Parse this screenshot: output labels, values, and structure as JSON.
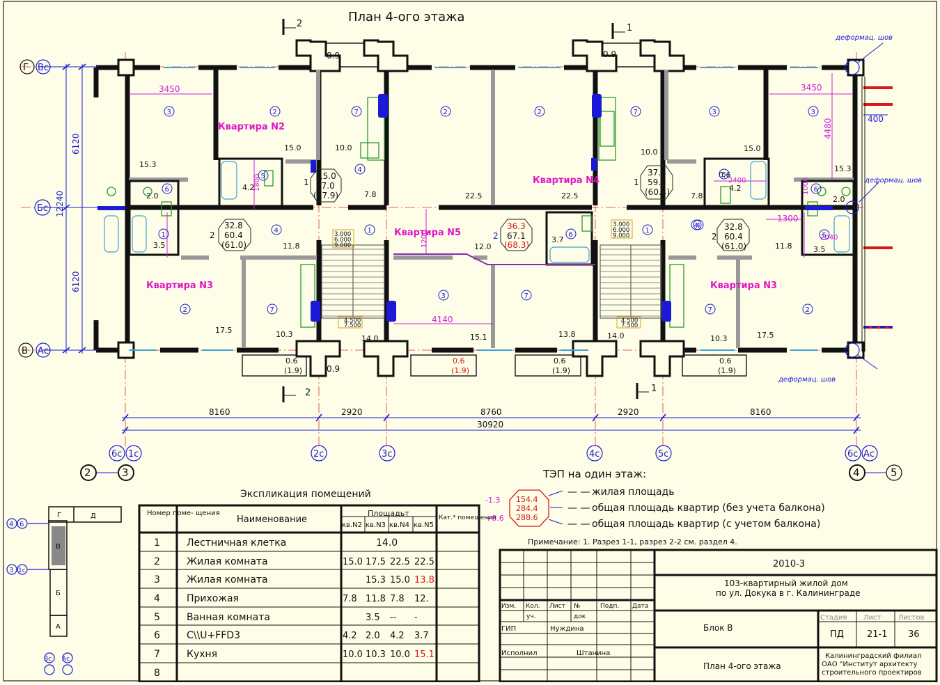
{
  "title": "План 4-ого этажа",
  "section_marks": {
    "s2_top": "2",
    "s1_top": "1",
    "s2_bot": "2",
    "s1_bot": "1"
  },
  "deform_seam": {
    "top": "деформац. шов",
    "mid": "деформац. шов",
    "bot": "деформац. шов"
  },
  "axes": {
    "row_g": "Г",
    "row_vs": "Вс",
    "row_bs": "Бс",
    "row_v": "В",
    "row_as": "Ас",
    "col_6s": "6с",
    "col_1s": "1с",
    "col_2s": "2с",
    "col_3s": "3с",
    "col_4s": "4с",
    "col_5s": "5с",
    "col_6s_r": "6с",
    "col_as_r": "Ас",
    "n2": "2",
    "n3": "3",
    "n4": "4",
    "n5": "5"
  },
  "dims": {
    "d8160a": "8160",
    "d2920a": "2920",
    "d8760": "8760",
    "d2920b": "2920",
    "d8160b": "8160",
    "d30920": "30920",
    "v6120a": "6120",
    "v12240": "12240",
    "v6120b": "6120",
    "d3450l": "3450",
    "d3450r": "3450",
    "d4480": "4480",
    "d400": "400",
    "d4140": "4140",
    "d1300": "1300",
    "d1200": "1200",
    "d1800": "1800",
    "d2400": "2400",
    "d1000": "1000",
    "d2040": "2040",
    "d09a": "0.9",
    "d09b": "0.9",
    "d09c": "0.9"
  },
  "apartments": {
    "kv2": "Квартира N2",
    "kv3l": "Квартира N3",
    "kv5": "Квартира N5",
    "kv4": "Квартира N4",
    "kv3r": "Квартира N3"
  },
  "areas": {
    "a153": "15.3",
    "a150a": "15.0",
    "a100a": "10.0",
    "a20a": "2.0",
    "a42a": "4.2",
    "a78a": "7.8",
    "a35a": "3.5",
    "a118a": "11.8",
    "a175a": "17.5",
    "a103a": "10.3",
    "a140a": "14.0",
    "a06a": "0.6",
    "a19a": "(1.9)",
    "a225a": "22.5",
    "a225b": "22.5",
    "a120": "12.0",
    "a37": "3.7",
    "a151": "15.1",
    "a138": "13.8",
    "a06b": "0.6",
    "a19b": "(1.9)",
    "a06c": "0.6",
    "a19c": "(1.9)",
    "a100b": "10.0",
    "a150b": "15.0",
    "a153b": "15.3",
    "a42b": "4.2",
    "a78b": "7.8",
    "a20b": "2.0",
    "a06d": "0.6",
    "a35b": "3.5",
    "a118b": "11.8",
    "a140b": "14.0",
    "a103b": "10.3",
    "a175b": "17.5",
    "a06e": "0.6",
    "a19e": "(1.9)"
  },
  "flat_tags": {
    "kv2_num": "1",
    "kv2_a": "15.0",
    "kv2_b": "37.0",
    "kv2_c": "(37.9)",
    "kv3l_num": "2",
    "kv3l_a": "32.8",
    "kv3l_b": "60.4",
    "kv3l_c": "(61.0)",
    "kv5_num": "2",
    "kv5_a": "36.3",
    "kv5_b": "67.1",
    "kv5_c": "(68.3)",
    "kv4_num": "1",
    "kv4_a": "37.5",
    "kv4_b": "59.5",
    "kv4_c": "(60.4)",
    "kv3r_num": "2",
    "kv3r_a": "32.8",
    "kv3r_b": "60.4",
    "kv3r_c": "(61.0)"
  },
  "levels": {
    "l1a": "3.000",
    "l2a": "6.000",
    "l3a": "9.000",
    "l4a": "4.500",
    "l5a": "7.500",
    "l1b": "3.000",
    "l2b": "6.000",
    "l3b": "9.000",
    "l4b": "4.500",
    "l5b": "7.500"
  },
  "room_nums": [
    "3",
    "2",
    "7",
    "2",
    "2",
    "7",
    "3",
    "3",
    "6",
    "5",
    "4",
    "6",
    "5",
    "4",
    "4",
    "1",
    "1",
    "6",
    "1",
    "4",
    "5",
    "2",
    "7",
    "3",
    "7",
    "7",
    "2"
  ],
  "tep": {
    "title": "ТЭП на один этаж:",
    "v1": "154.4",
    "v2": "284.4",
    "v3": "288.6",
    "l1": "жилая площадь",
    "l2": "общая площадь квартир (без учета балкона)",
    "l3": "общая площадь квартир (с учетом балкона)",
    "m13": "-1.3",
    "p06": "+0.6"
  },
  "note": "Примечание: 1. Разрез 1-1, разрез 2-2 см. раздел 4.",
  "explication": {
    "title": "Экспликация помещений",
    "h_num": "Номер поме- щения",
    "h_name": "Наименование",
    "h_area": "Площадьт",
    "h_kv2": "кв.N2",
    "h_kv3": "кв.N3",
    "h_kv4": "кв.N4",
    "h_kv5": "кв.N5",
    "h_cat": "Кат.* помещения",
    "rows": [
      {
        "n": "1",
        "name": "Лестничная клетка",
        "c1": "14.0",
        "c2": "",
        "c3": "",
        "c4": ""
      },
      {
        "n": "2",
        "name": "Жилая комната",
        "c1": "15.0",
        "c2": "17.5",
        "c3": "22.5",
        "c4": "22.5"
      },
      {
        "n": "3",
        "name": "Жилая комната",
        "c1": "",
        "c2": "15.3",
        "c3": "15.0",
        "c4": "13.8"
      },
      {
        "n": "4",
        "name": "Прихожая",
        "c1": "7.8",
        "c2": "11.8",
        "c3": "7.8",
        "c4": "12."
      },
      {
        "n": "5",
        "name": "Ванная комната",
        "c1": "",
        "c2": "3.5",
        "c3": "--",
        "c4": "-"
      },
      {
        "n": "6",
        "name": "C\\\\U+FFD3",
        "c1": "4.2",
        "c2": "2.0",
        "c3": "4.2",
        "c4": "3.7"
      },
      {
        "n": "7",
        "name": "Кухня",
        "c1": "10.0",
        "c2": "10.3",
        "c3": "10.0",
        "c4": "15.1"
      },
      {
        "n": "8",
        "name": "",
        "c1": "",
        "c2": "",
        "c3": "",
        "c4": ""
      }
    ]
  },
  "key_plan": {
    "g": "Г",
    "d": "Д",
    "v": "В",
    "b": "Б",
    "a": "А",
    "a4": "4",
    "a6": "6",
    "a3": "3",
    "a1s": "1с",
    "vs": "Вс",
    "as": "Ас"
  },
  "stamp": {
    "code": "2010-3",
    "project": "103-квартирный жилой дом",
    "address": "по ул. Докука в г. Калининграде",
    "h_izm": "Изм.",
    "h_kol": "Кол.",
    "h_list": "Лист",
    "h_ndok": "№",
    "h_podp": "Подп.",
    "h_data": "Дата",
    "uch": "уч.",
    "dok": "док",
    "gip": "ГИП",
    "gip_name": "Нуждина",
    "isp": "Исполнил",
    "isp_name": "Штанина",
    "block": "Блок В",
    "sheet_title": "План 4-ого этажа",
    "h_stage": "Стадия",
    "h_sheet": "Лист",
    "h_sheets": "Листов",
    "stage": "ПД",
    "sheet": "21-1",
    "sheets": "36",
    "org1": "Калининградский филиал",
    "org2": "ОАО \"Институт архитекту",
    "org3": "строительного проектиров"
  }
}
